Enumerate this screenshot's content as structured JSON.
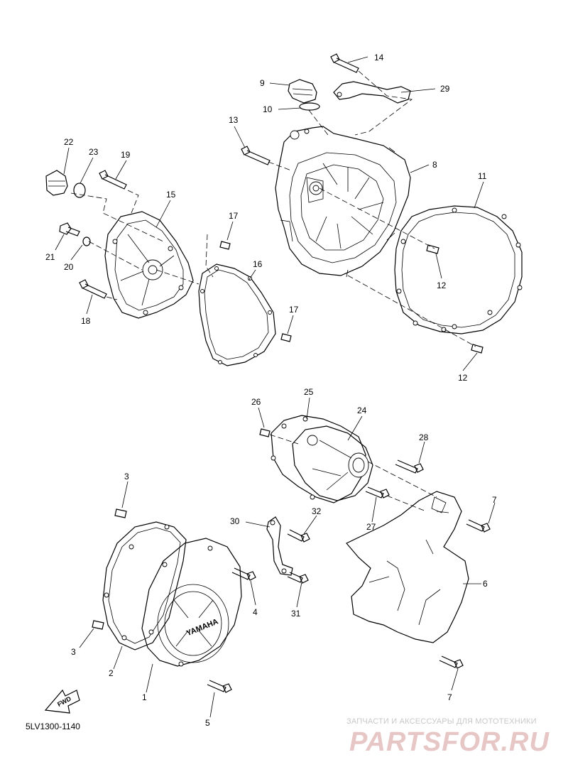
{
  "diagram": {
    "part_labels": [
      "14",
      "9",
      "29",
      "10",
      "13",
      "8",
      "22",
      "23",
      "19",
      "15",
      "11",
      "17",
      "21",
      "20",
      "16",
      "12",
      "18",
      "17",
      "12",
      "26",
      "25",
      "24",
      "28",
      "3",
      "7",
      "30",
      "32",
      "27",
      "4",
      "6",
      "31",
      "3",
      "2",
      "1",
      "7",
      "5"
    ],
    "code": "5LV1300-1140",
    "brand_text": "YAMAHA",
    "fwd_text": "FWD"
  },
  "watermark": {
    "subtitle": "ЗАПЧАСТИ И АКСЕССУАРЫ ДЛЯ МОТОТЕХНИКИ",
    "site": "PARTSFOR.RU"
  }
}
